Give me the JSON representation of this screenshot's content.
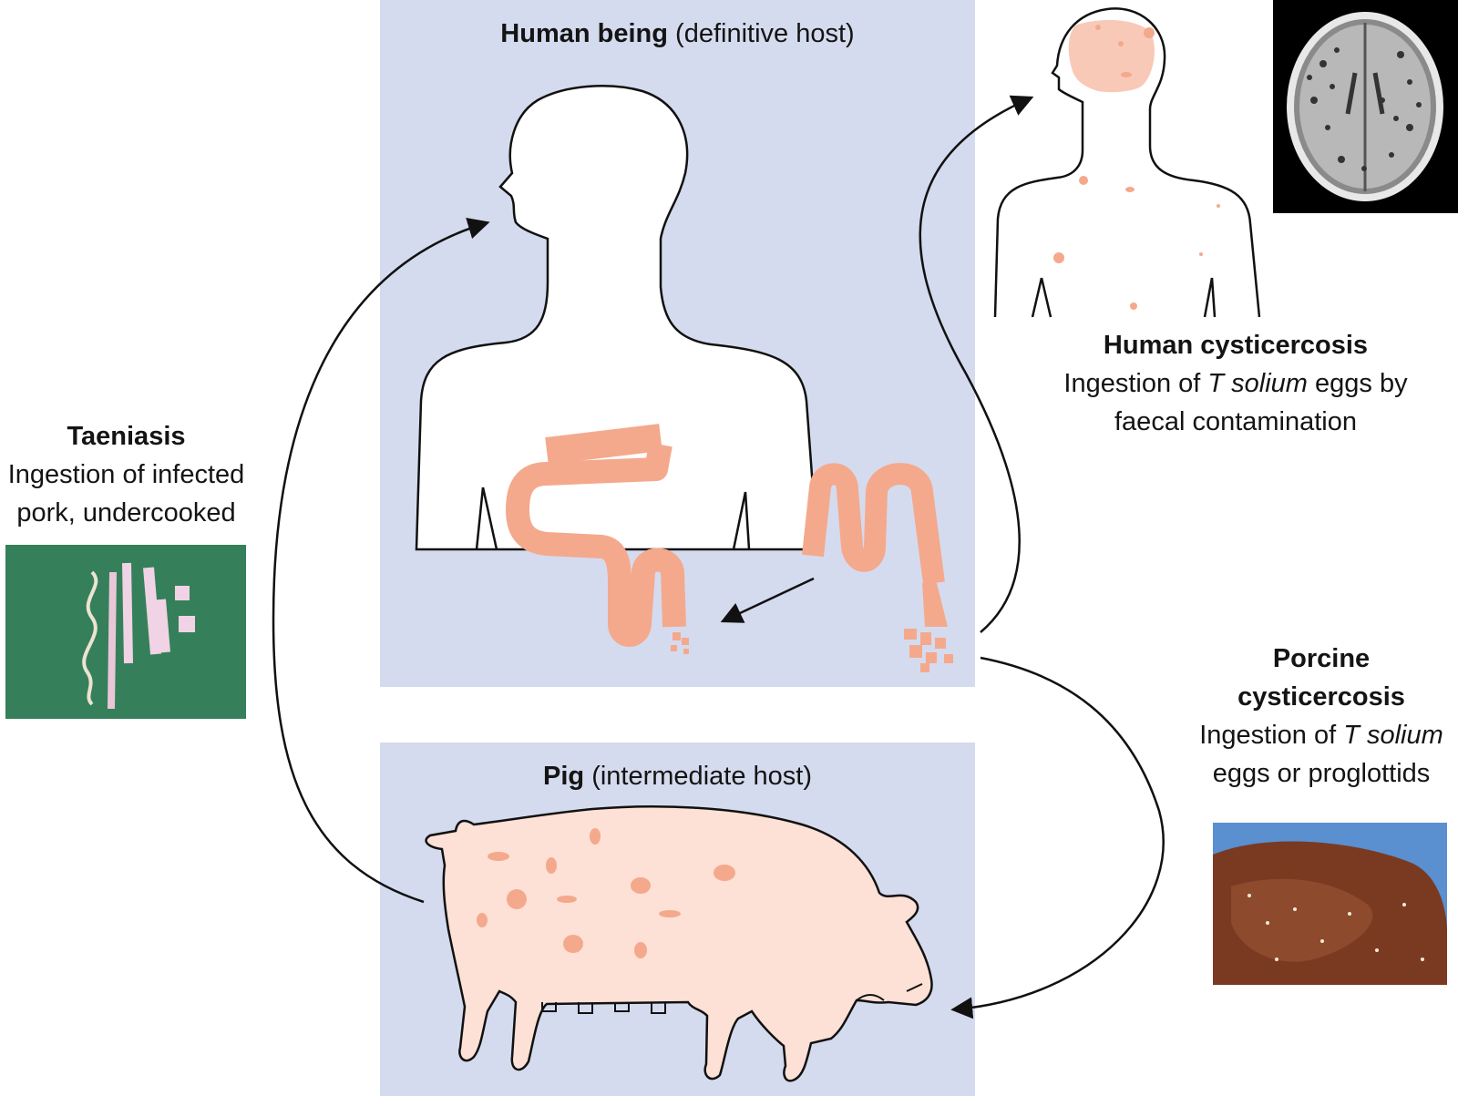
{
  "human_host": {
    "title_bold": "Human being",
    "title_rest": "(definitive host)"
  },
  "pig_host": {
    "title_bold": "Pig",
    "title_rest": "(intermediate host)"
  },
  "taeniasis": {
    "title": "Taeniasis",
    "line1": "Ingestion of infected",
    "line2": "pork, undercooked"
  },
  "human_cysticercosis": {
    "title": "Human cysticercosis",
    "line1_pre": "Ingestion of ",
    "line1_italic": "T solium",
    "line1_post": " eggs by",
    "line2": "faecal contamination"
  },
  "porcine_cysticercosis": {
    "title1": "Porcine",
    "title2": "cysticercosis",
    "line1_pre": "Ingestion of ",
    "line1_italic": "T solium",
    "line2": "eggs or proglottids"
  },
  "colors": {
    "panel": "#d5dbee",
    "worm": "#f4a98d",
    "pig_skin": "#fde0d6",
    "cyst": "#f4a98d",
    "outline": "#111111"
  },
  "icons": {
    "human_silhouette": "human-silhouette-icon",
    "pig_silhouette": "pig-silhouette-icon",
    "tapeworm": "tapeworm-icon",
    "mri_scan": "brain-mri-image",
    "tapeworm_photo": "tapeworm-photo",
    "infected_pork_photo": "infected-pork-photo"
  }
}
